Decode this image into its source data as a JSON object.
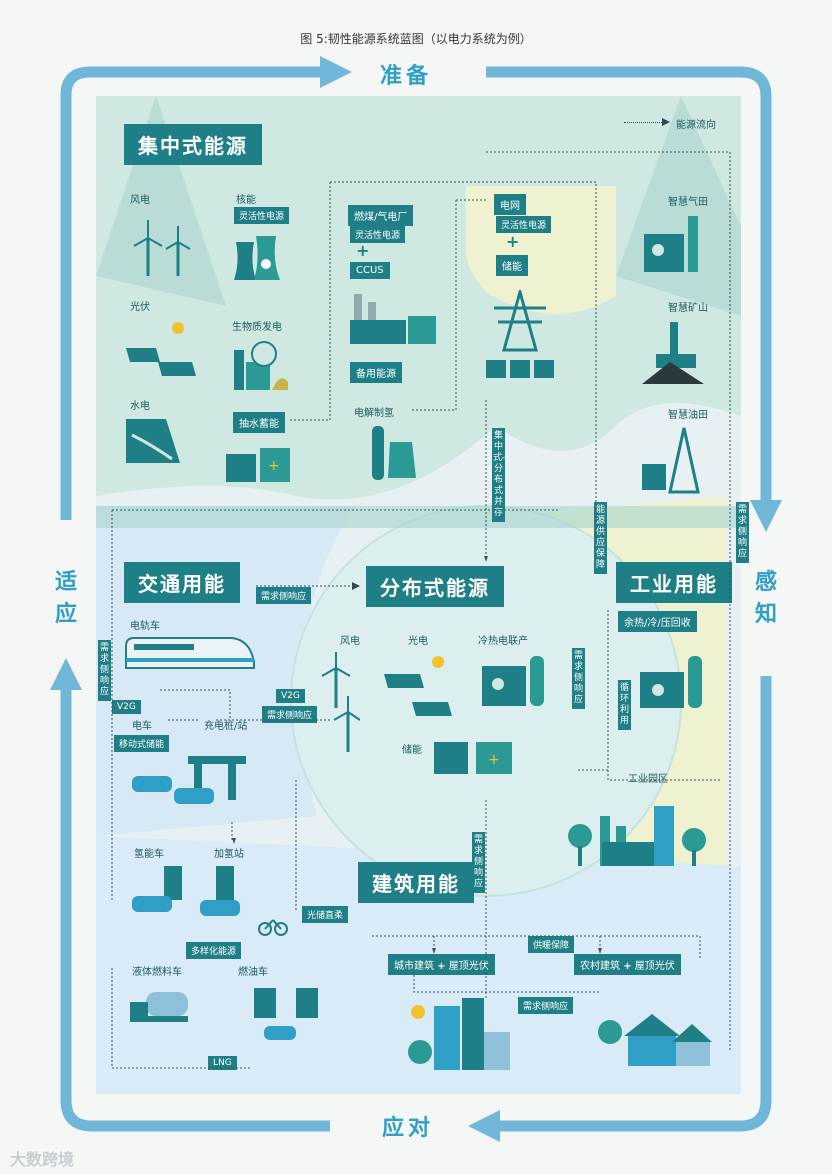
{
  "caption": "图 5:韧性能源系统蓝图（以电力系统为例）",
  "cycle": {
    "top": "准备",
    "right": "感知",
    "bottom": "应对",
    "left": "适应"
  },
  "legend": "能源流向",
  "central": {
    "title": "集中式能源",
    "wind": "风电",
    "nuclear": "核能",
    "nuclear_tag": "灵活性电源",
    "solar": "光伏",
    "biomass": "生物质发电",
    "hydro": "水电",
    "pumped": "抽水蓄能",
    "coal": "燃煤/气电厂",
    "coal_tag": "灵活性电源",
    "ccus": "CCUS",
    "backup": "备用能源",
    "electrolysis": "电解制氢",
    "grid": "电网",
    "grid_tag": "灵活性电源",
    "storage": "储能",
    "parallel": "集中式-分布式并存"
  },
  "industry_side": {
    "gas": "智慧气田",
    "mine": "智慧矿山",
    "oil": "智慧油田",
    "supply": "能源供应保障",
    "demand_resp": "需求侧响应"
  },
  "transport": {
    "title": "交通用能",
    "rail": "电轨车",
    "demand_resp_h": "需求侧响应",
    "demand_resp_v": "需求侧响应",
    "v2g_left": "V2G",
    "v2g_right": "V2G",
    "ev": "电车",
    "charger": "充电桩/站",
    "mobile_storage": "移动式储能",
    "fcv": "氢能车",
    "h2_station": "加氢站",
    "diverse": "多样化能源",
    "lng_truck": "液体燃料车",
    "fuel_car": "燃油车",
    "lng": "LNG"
  },
  "distributed": {
    "title": "分布式能源",
    "wind": "风电",
    "solar": "光电",
    "chp": "冷热电联产",
    "storage": "储能",
    "demand_resp": "需求侧响应"
  },
  "industrial": {
    "title": "工业用能",
    "heat": "余热/冷/压回收",
    "recycle": "循环利用",
    "park": "工业园区"
  },
  "building": {
    "title": "建筑用能",
    "demand_resp": "需求侧响应",
    "pv_storage": "光储直柔",
    "city": "城市建筑",
    "city_pv": "屋顶光伏",
    "heating": "供暖保障",
    "rural": "农村建筑",
    "rural_pv": "屋顶光伏",
    "demand_resp2": "需求侧响应"
  },
  "watermark": "大数跨境",
  "colors": {
    "teal": "#1f7f86",
    "cycle": "#6fb6d9",
    "mint": "#cfe8e2",
    "cream": "#eef2d0",
    "sky": "#d7e9f4"
  }
}
